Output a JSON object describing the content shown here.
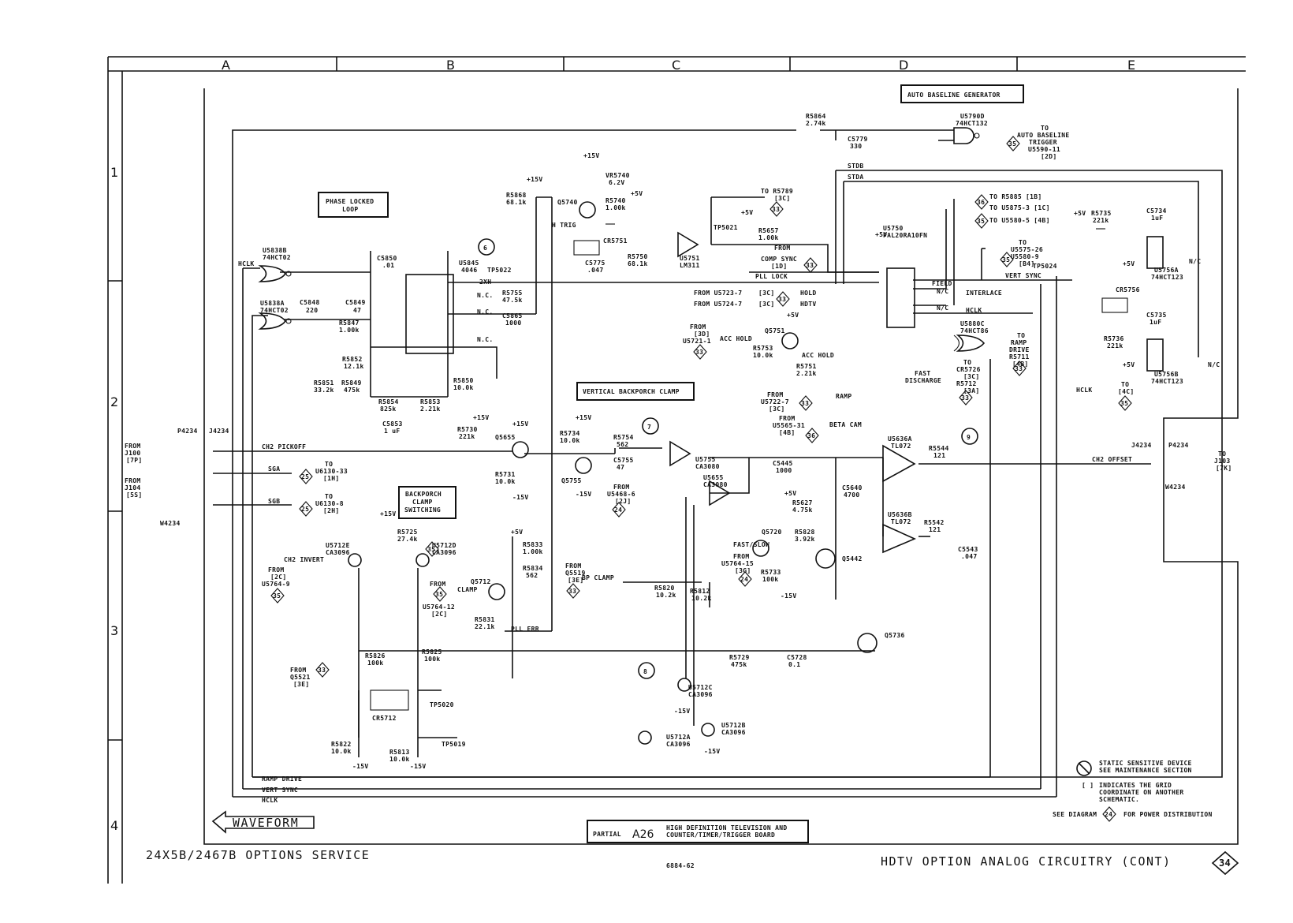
{
  "grid": {
    "columns": [
      "A",
      "B",
      "C",
      "D",
      "E"
    ],
    "rows": [
      "1",
      "2",
      "3",
      "4"
    ]
  },
  "titles": {
    "auto_baseline": "AUTO BASELINE GENERATOR",
    "pll": [
      "PHASE LOCKED",
      "LOOP"
    ],
    "vbc": "VERTICAL BACKPORCH CLAMP",
    "bcs": [
      "BACKPORCH",
      "CLAMP",
      "SWITCHING"
    ]
  },
  "nets": {
    "hclk": "HCLK",
    "ch2_pickoff": "CH2 PICKOFF",
    "sga": "SGA",
    "sgb": "SGB",
    "ch2_invert": "CH2 INVERT",
    "h_trig": "H TRIG",
    "pll_lock": "PLL LOCK",
    "comp_sync": "COMP SYNC",
    "hold": "HOLD",
    "hdtv": "HDTV",
    "acc_hold": "ACC HOLD",
    "ramp": "RAMP",
    "beta_cam": "BETA CAM",
    "field": "FIELD",
    "vert_sync": "VERT SYNC",
    "interlace": "INTERLACE",
    "stdb": "STDB",
    "stda": "STDA",
    "fast_slow": "FAST/SLOW",
    "bp_clamp": "BP CLAMP",
    "clamp": "CLAMP",
    "pll_err": "PLL ERR",
    "ramp_drive": "RAMP DRIVE",
    "ch2_offset": "CH2 OFFSET",
    "fast_discharge": [
      "FAST",
      "DISCHARGE"
    ],
    "nc": "N.C.",
    "n_c": "N/C",
    "two_xh": "2XH"
  },
  "components": {
    "r5864": [
      "R5864",
      "2.74k"
    ],
    "c5779": [
      "C5779",
      "330"
    ],
    "u5790": [
      "U5790D",
      "74HCT132"
    ],
    "u5838b": [
      "U5838B",
      "74HCT02"
    ],
    "u5838a": [
      "U5838A",
      "74HCT02"
    ],
    "c5850": [
      "C5850",
      ".01"
    ],
    "u5845": [
      "U5845",
      "4046"
    ],
    "c5848": [
      "C5848",
      "220"
    ],
    "c5849": [
      "C5849",
      "47"
    ],
    "r5847": [
      "R5847",
      "1.00k"
    ],
    "r5852": [
      "R5852",
      "12.1k"
    ],
    "r5851": [
      "R5851",
      "33.2k"
    ],
    "r5849": [
      "R5849",
      "475k"
    ],
    "r5854": [
      "R5854",
      "825k"
    ],
    "r5853": [
      "R5853",
      "2.21k"
    ],
    "c5853": [
      "C5853",
      "1 uF"
    ],
    "r5850": [
      "R5850",
      "10.0k"
    ],
    "r5868": [
      "R5868",
      "68.1k"
    ],
    "vr5740": [
      "VR5740",
      "6.2V"
    ],
    "q5740": "Q5740",
    "r5740": [
      "R5740",
      "1.00k"
    ],
    "cr5751": "CR5751",
    "c5775": [
      "C5775",
      ".047"
    ],
    "r5750": [
      "R5750",
      "68.1k"
    ],
    "u5751": [
      "U5751",
      "LM311"
    ],
    "r5755": [
      "R5755",
      "47.5k"
    ],
    "c5865": [
      "C5865",
      "1000"
    ],
    "tp5022": "TP5022",
    "tp5021": "TP5021",
    "r5657": [
      "R5657",
      "1.00k"
    ],
    "u5750": [
      "U5750",
      "PAL20RA10FN"
    ],
    "q5751": "Q5751",
    "r5753": [
      "R5753",
      "10.0k"
    ],
    "r5751": [
      "R5751",
      "2.21k"
    ],
    "u5880c": [
      "U5880C",
      "74HCT86"
    ],
    "r5735": [
      "R5735",
      "221k"
    ],
    "c5734": [
      "C5734",
      "1uF"
    ],
    "u5756a": [
      "U5756A",
      "74HCT123"
    ],
    "cr5756": "CR5756",
    "c5735": [
      "C5735",
      "1uF"
    ],
    "r5736": [
      "R5736",
      "221k"
    ],
    "u5756b": [
      "U5756B",
      "74HCT123"
    ],
    "tp5024": "TP5024",
    "p4234": "P4234",
    "j4234": "J4234",
    "w4234": "W4234",
    "r5730": [
      "R5730",
      "221k"
    ],
    "q5655": "Q5655",
    "r5731": [
      "R5731",
      "10.0k"
    ],
    "r5734": [
      "R5734",
      "10.0k"
    ],
    "q5755": "Q5755",
    "r5754": [
      "R5754",
      "562"
    ],
    "c5755": [
      "C5755",
      "47"
    ],
    "u5755": [
      "U5755",
      "CA3080"
    ],
    "u5655": [
      "U5655",
      "CA3080"
    ],
    "c5445": [
      "C5445",
      "1000"
    ],
    "u5636a": [
      "U5636A",
      "TL072"
    ],
    "u5636b": [
      "U5636B",
      "TL072"
    ],
    "r5544": [
      "R5544",
      "121"
    ],
    "r5542": [
      "R5542",
      "121"
    ],
    "c5543": [
      "C5543",
      ".047"
    ],
    "c5640": [
      "C5640",
      "4700"
    ],
    "r5627": [
      "R5627",
      "4.75k"
    ],
    "q5720": "Q5720",
    "r5828": [
      "R5828",
      "3.92k"
    ],
    "r5733": [
      "R5733",
      "100k"
    ],
    "q5442": "Q5442",
    "q5736": "Q5736",
    "r5729": [
      "R5729",
      "475k"
    ],
    "c5728": [
      "C5728",
      "0.1"
    ],
    "u5712e": [
      "U5712E",
      "CA3096"
    ],
    "u5712d": [
      "U5712D",
      "CA3096"
    ],
    "r5725": [
      "R5725",
      "27.4k"
    ],
    "q5712": "Q5712",
    "r5833": [
      "R5833",
      "1.00k"
    ],
    "r5834": [
      "R5834",
      "562"
    ],
    "r5831": [
      "R5831",
      "22.1k"
    ],
    "r5820": [
      "R5820",
      "10.2k"
    ],
    "r5812": [
      "R5812",
      "10.2k"
    ],
    "r5826": [
      "R5826",
      "100k"
    ],
    "r5825": [
      "R5825",
      "100k"
    ],
    "cr5712": "CR5712",
    "tp5020": "TP5020",
    "tp5019": "TP5019",
    "u5712c": [
      "U5712C",
      "CA3096"
    ],
    "u5712b": [
      "U5712B",
      "CA3096"
    ],
    "u5712a": [
      "U5712A",
      "CA3096"
    ],
    "r5822": [
      "R5822",
      "10.0k"
    ],
    "r5813": [
      "R5813",
      "10.0k"
    ]
  },
  "refs": {
    "to_auto": [
      "TO",
      "AUTO BASELINE",
      "TRIGGER",
      "U5590-11",
      "[2D]"
    ],
    "to_r5789": [
      "TO R5789",
      "[3C]"
    ],
    "to_r5885": "TO R5885 [1B]",
    "to_u5875_3": "TO U5875-3  [1C]",
    "to_u5580_5": "TO U5580-5  [4B]",
    "to_u5575": [
      "TO",
      "U5575-26",
      "U5580-9",
      "[B4]"
    ],
    "from_comp": [
      "FROM",
      "COMP SYNC",
      "[1D]"
    ],
    "from_u5723": "FROM U5723-7",
    "from_u5723_c": "[3C]",
    "from_u5724": "FROM U5724-7",
    "from_u5724_c": "[3C]",
    "from_u5721": [
      "FROM",
      "[3D]",
      "U5721-1"
    ],
    "from_u5722": [
      "FROM",
      "U5722-7",
      "[3C]"
    ],
    "from_u5565": [
      "FROM",
      "U5565-31",
      "[4B]"
    ],
    "to_ramp": [
      "TO",
      "RAMP",
      "DRIVE",
      "R5711",
      "[4B]"
    ],
    "to_cr5726": [
      "TO",
      "CR5726",
      "[3C]",
      "R5712",
      "[3A]"
    ],
    "to_4c": [
      "TO",
      "[4C]"
    ],
    "from_j100": [
      "FROM",
      "J100",
      "[7P]"
    ],
    "from_j104": [
      "FROM",
      "J104",
      "[5S]"
    ],
    "to_u6130_33": [
      "TO",
      "U6130-33",
      "[1H]"
    ],
    "to_u6130_8": [
      "TO",
      "U6130-8",
      "[2H]"
    ],
    "to_j103": [
      "TO",
      "J103",
      "[7K]"
    ],
    "from_u5468": [
      "FROM",
      "U5468-6",
      "[2J]"
    ],
    "from_u5764_15": [
      "FROM",
      "U5764-15",
      "[3G]"
    ],
    "from_u5764_9": [
      "FROM",
      "[2C]",
      "U5764-9"
    ],
    "from_u5764_12": [
      "FROM",
      "U5764-12",
      "[2C]"
    ],
    "from_q5519": [
      "FROM",
      "Q5519",
      "[3E]"
    ],
    "from_q5521": [
      "FROM",
      "Q5521",
      "[3E]"
    ]
  },
  "markers": {
    "m6": "6",
    "m7": "7",
    "m8": "8",
    "m9": "9",
    "d24": "24",
    "d25": "25",
    "d33": "33",
    "d35": "35",
    "d36": "36"
  },
  "legend": {
    "static": [
      "STATIC SENSITIVE DEVICE",
      "SEE MAINTENANCE SECTION"
    ],
    "bracket": [
      "[ ]",
      "INDICATES THE GRID",
      "COORDINATE ON ANOTHER",
      "SCHEMATIC."
    ],
    "see_diagram": "SEE DIAGRAM",
    "power": "FOR POWER DISTRIBUTION"
  },
  "rails": {
    "p15": "+15V",
    "p5": "+5V",
    "m15": "-15V",
    "p5b": "+5V"
  },
  "footer": {
    "waveform": "WAVEFORM",
    "partial": "PARTIAL",
    "board_id": "A26",
    "board_name": [
      "HIGH DEFINITION TELEVISION AND",
      "COUNTER/TIMER/TRIGGER BOARD"
    ],
    "manual": "24X5B/2467B OPTIONS SERVICE",
    "fig": "6884-62",
    "diagram_title": "HDTV OPTION ANALOG CIRCUITRY (CONT)",
    "diagram_num": "34"
  }
}
